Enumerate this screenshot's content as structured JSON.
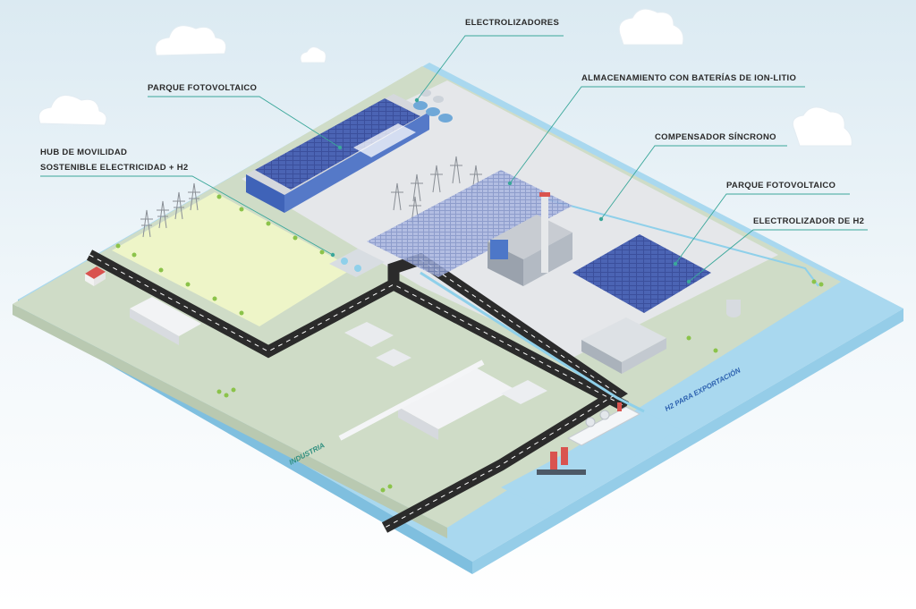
{
  "labels": {
    "electrolizadores": "ELECTROLIZADORES",
    "parque_fv_left": "PARQUE FOTOVOLTAICO",
    "almacenamiento": "ALMACENAMIENTO CON BATERÍAS DE ION-LITIO",
    "compensador": "COMPENSADOR SÍNCRONO",
    "hub_line1": "HUB DE MOVILIDAD",
    "hub_line2": "SOSTENIBLE  ELECTRICIDAD + H2",
    "parque_fv_right": "PARQUE FOTOVOLTAICO",
    "electrolizador_h2": "ELECTROLIZADOR DE H2"
  },
  "map_text": {
    "industria": "INDUSTRIA",
    "h2_export": "H2 PARA EXPORTACIÓN"
  },
  "colors": {
    "callout_line": "#3aa79a",
    "water": "#a9d8ef",
    "ground": "#cfdcc7",
    "road": "#2b2b2b",
    "field": "#eef5c8",
    "solar_panel": "#3b4f9c",
    "industrial_floor": "#e5e7ea"
  }
}
